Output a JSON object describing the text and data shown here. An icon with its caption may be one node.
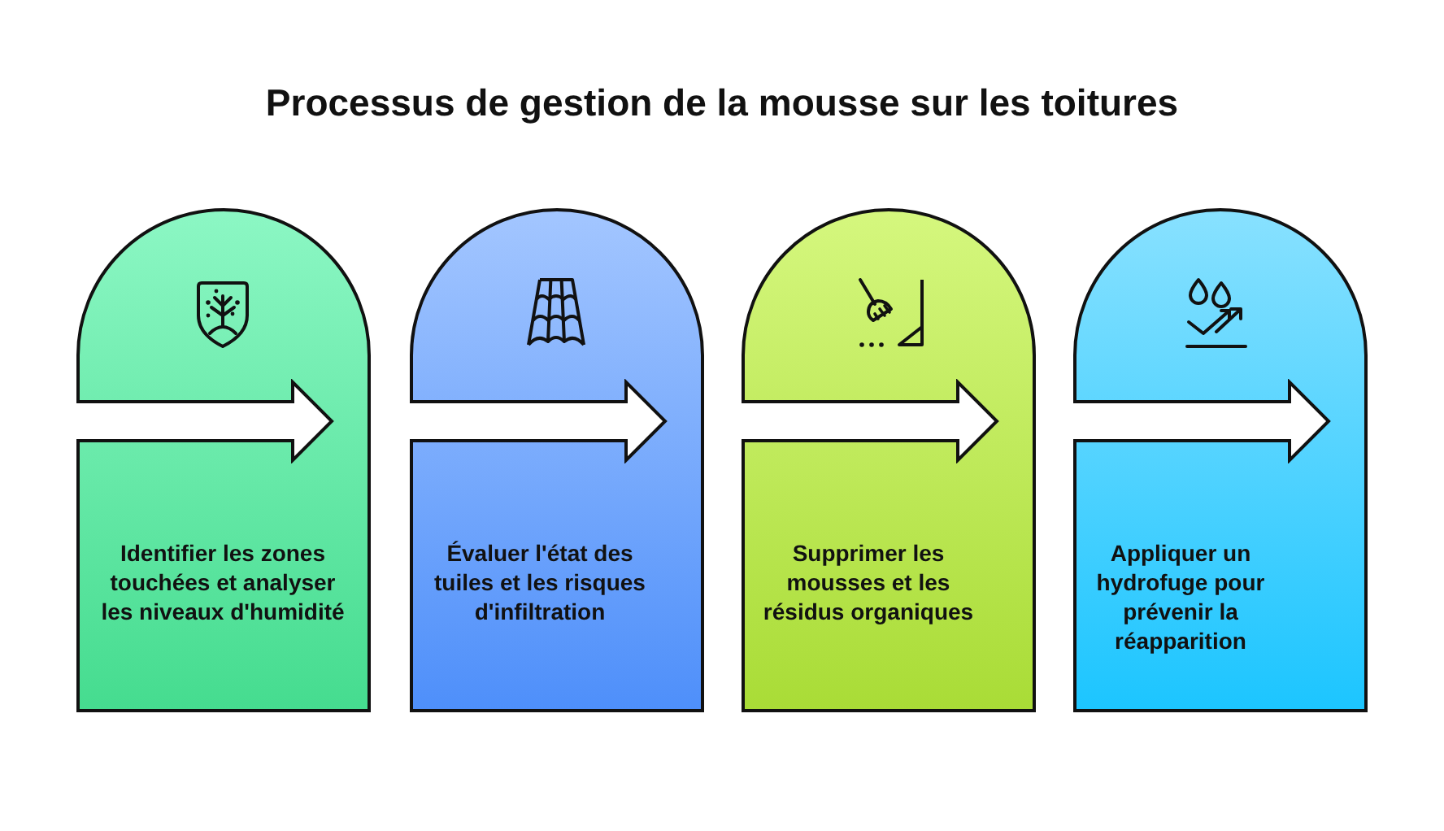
{
  "diagram": {
    "title": "Processus de gestion de la mousse sur les toitures",
    "nodes": [
      {
        "text": [
          "Identifier les zones touchées et analyser les niveaux d'humidité"
        ]
      },
      {
        "text": [
          "Évaluer l'état des tuiles et les risques d'infiltration"
        ]
      },
      {
        "text": [
          "Supprimer les mousses et les résidus organiques"
        ]
      },
      {
        "text": [
          "Appliquer un hydrofuge pour prévenir la réapparition"
        ]
      }
    ]
  }
}
